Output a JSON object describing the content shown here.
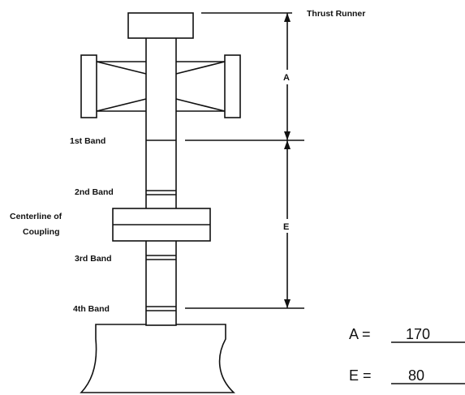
{
  "labels": {
    "thrust_runner": "Thrust Runner",
    "band_1": "1st Band",
    "band_2": "2nd Band",
    "coupling_line1": "Centerline of",
    "coupling_line2": "Coupling",
    "band_3": "3rd Band",
    "band_4": "4th Band"
  },
  "dimensions": {
    "a_letter": "A",
    "e_letter": "E"
  },
  "results": {
    "a_label": "A =",
    "a_value": "170",
    "e_label": "E =",
    "e_value": "80"
  },
  "colors": {
    "ink": "#111111",
    "background": "#ffffff"
  }
}
